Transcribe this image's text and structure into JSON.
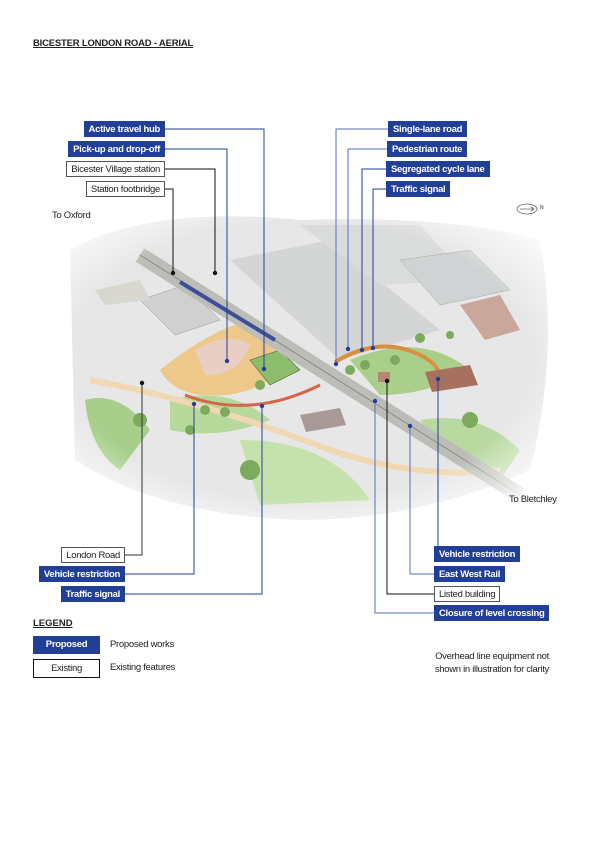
{
  "title": "BICESTER LONDON ROAD - AERIAL",
  "directions": {
    "west": "To Oxford",
    "east": "To Bletchley"
  },
  "north_arrow_label": "N",
  "labels_left_top": [
    {
      "text": "Active travel hub",
      "type": "proposed"
    },
    {
      "text": "Pick-up and drop-off",
      "type": "proposed"
    },
    {
      "text": "Bicester Village station",
      "type": "existing"
    },
    {
      "text": "Station footbridge",
      "type": "existing"
    }
  ],
  "labels_right_top": [
    {
      "text": "Single-lane road",
      "type": "proposed"
    },
    {
      "text": "Pedestrian route",
      "type": "proposed"
    },
    {
      "text": "Segregated cycle lane",
      "type": "proposed"
    },
    {
      "text": "Traffic signal",
      "type": "proposed"
    }
  ],
  "labels_left_bottom": [
    {
      "text": "London Road",
      "type": "existing"
    },
    {
      "text": "Vehicle restriction",
      "type": "proposed"
    },
    {
      "text": "Traffic signal",
      "type": "proposed"
    }
  ],
  "labels_right_bottom": [
    {
      "text": "Vehicle restriction",
      "type": "proposed"
    },
    {
      "text": "East West Rail",
      "type": "proposed"
    },
    {
      "text": "Listed building",
      "type": "existing"
    },
    {
      "text": "Closure of level crossing",
      "type": "proposed"
    }
  ],
  "legend": {
    "heading": "LEGEND",
    "items": [
      {
        "key": "Proposed",
        "description": "Proposed works"
      },
      {
        "key": "Existing",
        "description": "Existing features"
      }
    ]
  },
  "note": [
    "Overhead line equipment not",
    "shown in illustration for clarity"
  ],
  "colors": {
    "proposed": "#223f97",
    "existing_border": "#555555"
  }
}
